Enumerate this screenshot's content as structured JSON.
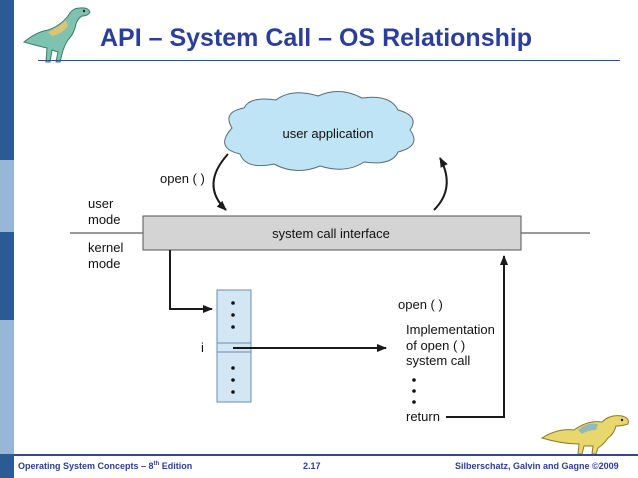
{
  "slide": {
    "title": "API – System Call – OS Relationship"
  },
  "diagram": {
    "user_application": "user application",
    "open_call": "open ( )",
    "user_mode_line1": "user",
    "user_mode_line2": "mode",
    "kernel_mode_line1": "kernel",
    "kernel_mode_line2": "mode",
    "system_call_interface": "system call interface",
    "index_label": "i",
    "impl_open": "open ( )",
    "impl_line1": "Implementation",
    "impl_line2": "of open ( )",
    "impl_line3": "system call",
    "return_label": "return"
  },
  "footer": {
    "book_prefix": "Operating System Concepts – 8",
    "book_sup": "th",
    "book_suffix": " Edition",
    "page": "2.17",
    "copyright": "Silberschatz, Galvin and Gagne ©2009"
  },
  "colors": {
    "title": "#2b3f9a",
    "cloud": "#bfe4f5",
    "interface_box": "#d4d4d4",
    "table_box": "#d3e6f3",
    "sidebar_dark": "#2c5a92",
    "sidebar_light": "#97b7d9"
  },
  "icons": [
    "dinosaur-icon-top-left",
    "dinosaur-icon-bottom-right"
  ]
}
